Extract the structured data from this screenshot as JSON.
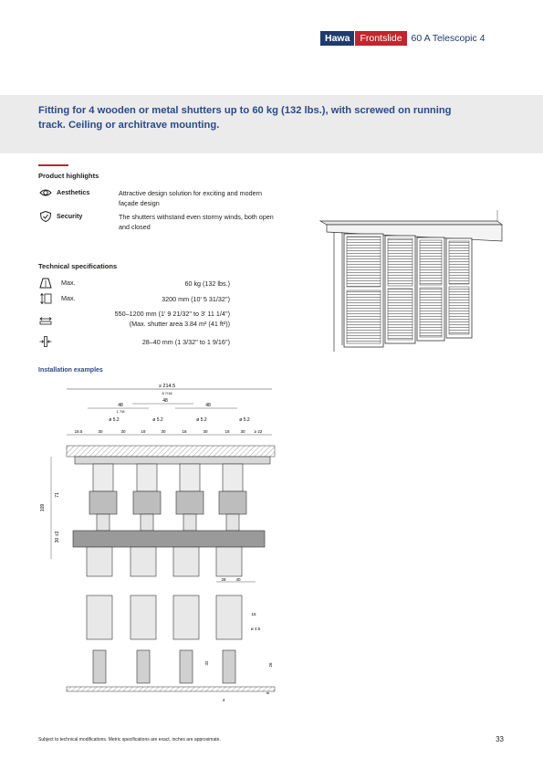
{
  "header": {
    "brand": "Hawa",
    "line": "Frontslide",
    "product": "60 A Telescopic 4",
    "colors": {
      "navy": "#1f3a6e",
      "red": "#c0262d",
      "band": "#ebebeb"
    }
  },
  "intro": {
    "text": "Fitting for 4 wooden or metal shutters up to 60 kg (132 lbs.), with screwed on running track. Ceiling or architrave mounting."
  },
  "highlights": {
    "title": "Product highlights",
    "items": [
      {
        "icon": "eye-icon",
        "name": "Aesthetics",
        "description": "Attractive design solution for exciting and modern façade design"
      },
      {
        "icon": "shield-icon",
        "name": "Security",
        "description": "The shutters withstand even stormy winds, both open and closed"
      }
    ]
  },
  "specs": {
    "title": "Technical specifications",
    "rows": [
      {
        "icon": "weight-icon",
        "label": "Max.",
        "value": "60 kg (132 lbs.)"
      },
      {
        "icon": "height-icon",
        "label": "Max.",
        "value": "3200 mm (10' 5 31/32'')"
      },
      {
        "icon": "width-icon",
        "label": "",
        "value": "550–1200 mm (1' 9 21/32'' to 3' 11 1/4'')",
        "value2": "(Max. shutter area 3.84 m² (41 ft²))"
      },
      {
        "icon": "thickness-icon",
        "label": "",
        "value": "28–40 mm (1 3/32'' to 1 9/16'')"
      }
    ]
  },
  "installation": {
    "title": "Installation examples"
  },
  "drawing": {
    "top_dim": "≥ 214.5",
    "top_dim_frac": "8 7/16",
    "d48": "48",
    "d48_frac": "1 7/8",
    "d18_5": "18.5",
    "d30": "30",
    "d18": "18",
    "d22": "≥ 22",
    "phi52": "ø 5.2",
    "phi45": "ø 4.5",
    "d109": "109",
    "d71": "71",
    "d30v": "30 ±3",
    "d28": "28",
    "d40": "40",
    "d15": "15",
    "d32": "32",
    "d26": "26",
    "d9": "9",
    "d4": "4"
  },
  "footer": {
    "note": "Subject to technical modifications. Metric specifications are exact, inches are approximate.",
    "page": "33"
  }
}
